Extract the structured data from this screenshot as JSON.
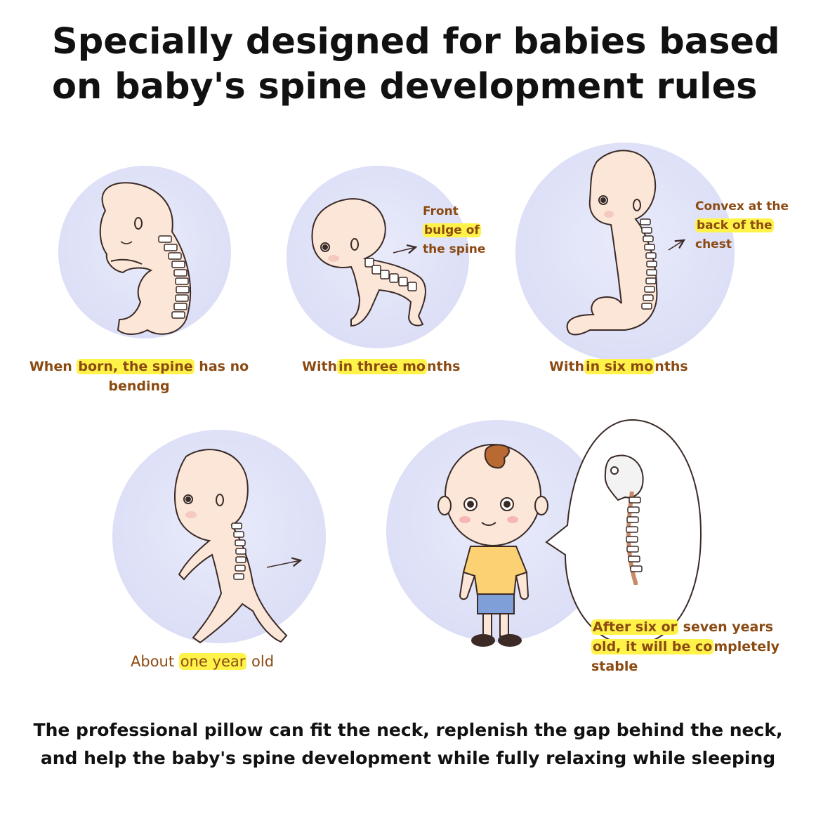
{
  "title": {
    "line1": "Specially designed for babies based",
    "line2": "on baby's spine development rules"
  },
  "stages": [
    {
      "caption_pre": "When ",
      "caption_hl": "born, the spine",
      "caption_post": " has no",
      "caption_line2": "bending"
    },
    {
      "caption_pre": "With",
      "caption_hl": "in three mo",
      "caption_post": "nths",
      "note_line1": "Front",
      "note_line2": "bulge of",
      "note_line3": "the spine"
    },
    {
      "caption_pre": "With",
      "caption_hl": "in six mo",
      "caption_post": "nths",
      "note_line1": "Convex at the",
      "note_line2": "back of the",
      "note_line3": "chest"
    },
    {
      "caption_pre": "About ",
      "caption_hl": "one year",
      "caption_post": " old"
    },
    {
      "line1_hl": "After six or",
      "line1_post": " seven years",
      "line2_hl": "old, it will be co",
      "line2_post": "mpletely",
      "line3": "stable"
    }
  ],
  "footer": {
    "line1": "The professional pillow can fit the neck, replenish the gap behind the neck,",
    "line2": "and help the baby's spine development while fully relaxing while sleeping"
  },
  "colors": {
    "skin": "#fbe6d8",
    "outline": "#3b2a26",
    "circle": "#dcdff6",
    "highlight": "#fff34a",
    "caption": "#8b4a12"
  }
}
